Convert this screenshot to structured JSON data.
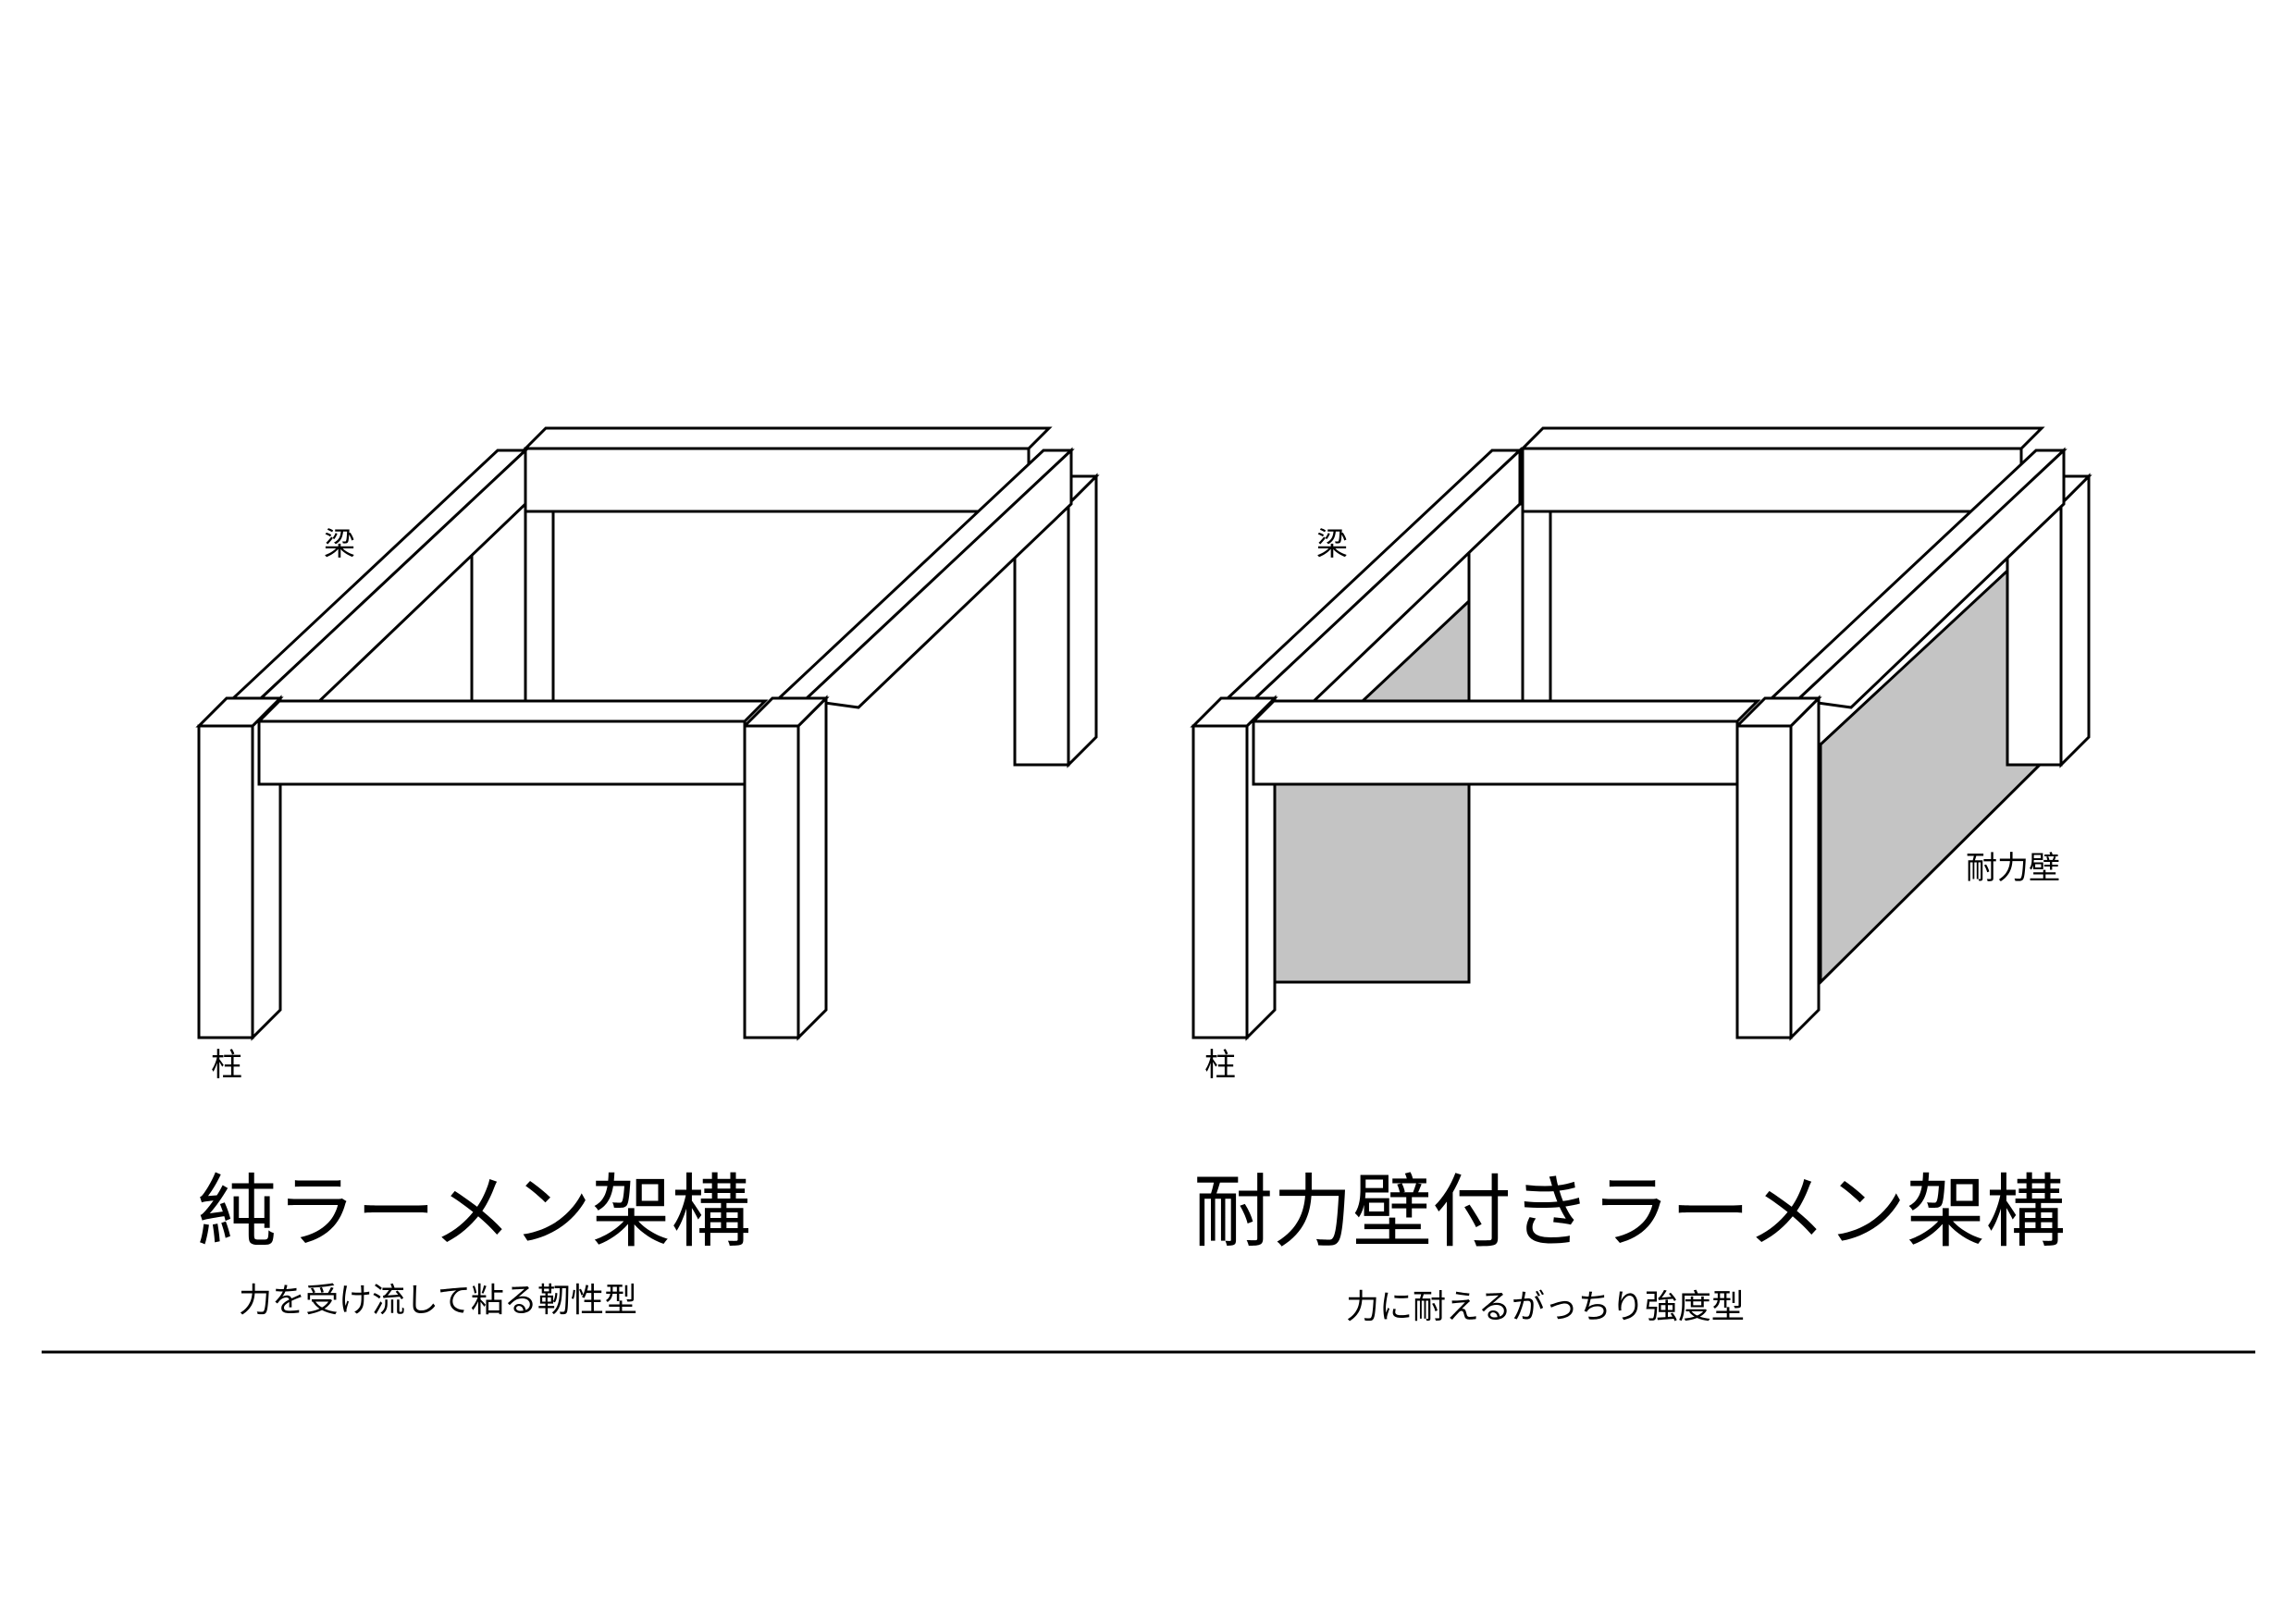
{
  "diagrams": [
    {
      "title": "純ラーメン架構",
      "subtitle": "力を受け流して粘る靭性型",
      "labels": {
        "beam": "梁",
        "column": "柱"
      }
    },
    {
      "title": "耐力壁付きラーメン架構",
      "subtitle": "力に耐えるがっちり強度型",
      "labels": {
        "beam": "梁",
        "column": "柱",
        "wall": "耐力壁"
      }
    }
  ],
  "colors": {
    "line": "#000000",
    "wall_fill": "#c4c4c4",
    "background": "#ffffff"
  }
}
